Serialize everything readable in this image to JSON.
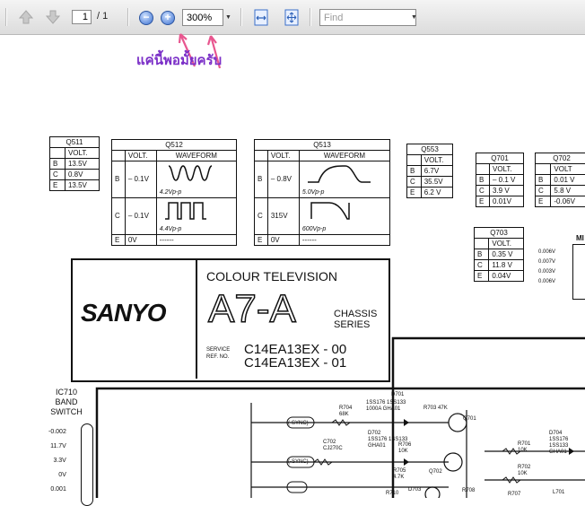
{
  "toolbar": {
    "page_current": "1",
    "page_total": "/ 1",
    "zoom_value": "300%",
    "find_placeholder": "Find"
  },
  "annotation": {
    "text": "แค่นี้พอมั้ยครับ",
    "color": "#7a2ec7"
  },
  "schematic": {
    "q511": {
      "title": "Q511",
      "volt": "VOLT.",
      "rows": [
        [
          "B",
          "13.5V"
        ],
        [
          "C",
          "0.8V"
        ],
        [
          "E",
          "13.5V"
        ]
      ]
    },
    "q512": {
      "title": "Q512",
      "volt": "VOLT.",
      "wave": "WAVEFORM",
      "b": "B",
      "bv": "– 0.1V",
      "bw": "4.2Vp-p",
      "c": "C",
      "cv": "– 0.1V",
      "cw": "4.4Vp-p",
      "e": "E",
      "ev": "0V",
      "ew": "------"
    },
    "q513": {
      "title": "Q513",
      "volt": "VOLT.",
      "wave": "WAVEFORM",
      "b": "B",
      "bv": "– 0.8V",
      "bw": "5.0Vp-p",
      "c": "C",
      "cv": "315V",
      "cw": "600Vp-p",
      "e": "E",
      "ev": "0V",
      "ew": "------"
    },
    "q553": {
      "title": "Q553",
      "volt": "VOLT.",
      "rows": [
        [
          "B",
          "6.7V"
        ],
        [
          "C",
          "35.5V"
        ],
        [
          "E",
          "6.2 V"
        ]
      ]
    },
    "q701": {
      "title": "Q701",
      "volt": "VOLT.",
      "rows": [
        [
          "B",
          "– 0.1 V"
        ],
        [
          "C",
          "3.9 V"
        ],
        [
          "E",
          "0.01V"
        ]
      ]
    },
    "q702": {
      "title": "Q702",
      "volt": "VOLT",
      "rows": [
        [
          "B",
          "0.01 V"
        ],
        [
          "C",
          "5.8 V"
        ],
        [
          "E",
          "-0.06V"
        ]
      ]
    },
    "q703": {
      "title": "Q703",
      "volt": "VOLT.",
      "rows": [
        [
          "B",
          "0.35 V"
        ],
        [
          "C",
          "11.8 V"
        ],
        [
          "E",
          "0.04V"
        ]
      ]
    },
    "brand": "SANYO",
    "product": "COLOUR TELEVISION",
    "model": "A7-A",
    "chassis": "CHASSIS SERIES",
    "service_label": "SERVICE REF. NO.",
    "service_1": "C14EA13EX - 00",
    "service_2": "C14EA13EX - 01",
    "ic": "IC710 BAND SWITCH",
    "ic_pins": [
      "-0.002",
      "11.7V",
      "3.3V",
      "0V",
      "0.001"
    ],
    "mi_pins": [
      "0.006V",
      "0.007V",
      "0.003V",
      "0.006V"
    ],
    "mi_label": "MI",
    "labels": {
      "d701": "D701",
      "d701p": "1SS176 1SS133 1000A GHA01",
      "r703": "R703",
      "r703v": "47K",
      "q701b": "Q701",
      "r704": "R704",
      "r704v": "68K",
      "d702": "D702",
      "d702p": "1SS176 1SS133 GHA01",
      "c702": "C702",
      "c702v": "CJ270C",
      "r706": "R706",
      "r706v": "10K",
      "r705": "R705",
      "r705v": "4.7K",
      "q702b": "Q702",
      "r710": "R710",
      "d703": "D703",
      "r708": "R708",
      "r701": "R701",
      "r701v": "10K",
      "r702": "R702",
      "r702v": "10K",
      "d704": "D704",
      "d704p": "1SS176 1SS133 GHA01",
      "r707": "R707",
      "l701": "L701",
      "sync": "(-SYNC)"
    }
  }
}
